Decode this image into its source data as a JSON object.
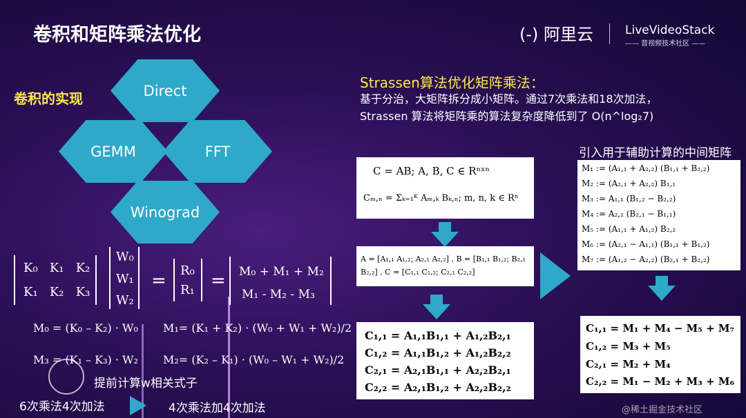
{
  "slide": {
    "title": "卷积和矩阵乘法优化",
    "logo_aliyun": "(-) 阿里云",
    "logo_lvs": "LiveVideoStack",
    "logo_lvs_sub": "—— 音视频技术社区 ——",
    "watermark": "@稀土掘金技术社区"
  },
  "left": {
    "convo_label": "卷积的实现",
    "hexes": [
      "Direct",
      "GEMM",
      "FFT",
      "Winograd"
    ],
    "K": [
      [
        "K₀",
        "K₁",
        "K₂"
      ],
      [
        "K₁",
        "K₂",
        "K₃"
      ]
    ],
    "W": [
      "W₀",
      "W₁",
      "W₂"
    ],
    "R": [
      "R₀",
      "R₁"
    ],
    "M": [
      "M₀ + M₁ + M₂",
      "M₁ - M₂ - M₃"
    ],
    "eq_sign": "=",
    "m0": "M₀ = (K₀ – K₂) · W₀",
    "m1": "M₁= (K₁ + K₂) · (W₀ + W₁ + W₂)/2",
    "m3": "M₃ = (K₁ – K₃) · W₂",
    "m2": "M₂= (K₂ – K₁) · (W₀ – W₁ + W₂)/2",
    "precompute": "提前计算w相关式子",
    "before": "6次乘法4次加法",
    "after": "4次乘法加4次加法"
  },
  "right": {
    "strassen_title": "Strassen算法优化矩阵乘法：",
    "line1": "基于分治，大矩阵拆分成小矩阵。通过7次乘法和18次加法，",
    "line2": "Strassen 算法将矩阵乘的算法复杂度降低到了 O(n^log₂7)",
    "aux_title": "引入用于辅助计算的中间矩阵",
    "box1": [
      "C = AB;  A, B, C ∈ Rⁿˣⁿ",
      "Cₘ,ₙ = Σₖ₌₁ᴷ Aₘ,ₖ Bₖ,ₙ;   m, n, k ∈ Rⁿ"
    ],
    "box2": "A = [A₁,₁ A₁,₂; A₂,₁ A₂,₂] , B = [B₁,₁ B₁,₂; B₂,₁ B₂,₂] , C = [C₁,₁ C₁,₂; C₂,₁ C₂,₂]",
    "box3": [
      "C₁,₁ = A₁,₁B₁,₁ + A₁,₂B₂,₁",
      "C₁,₂ = A₁,₁B₁,₂ + A₁,₂B₂,₂",
      "C₂,₁ = A₂,₁B₁,₁ + A₂,₂B₂,₁",
      "C₂,₂ = A₂,₁B₁,₂ + A₂,₂B₂,₂"
    ],
    "aux": [
      "M₁ := (A₁,₁ + A₂,₂) (B₁,₁ + B₂,₂)",
      "M₂ := (A₂,₁ + A₂,₂) B₁,₁",
      "M₃ := A₁,₁ (B₁,₂ − B₂,₂)",
      "M₄ := A₂,₂ (B₂,₁ − B₁,₁)",
      "M₅ := (A₁,₁ + A₁,₂) B₂,₂",
      "M₆ := (A₂,₁ − A₁,₁) (B₁,₁ + B₁,₂)",
      "M₇ := (A₁,₂ − A₂,₂) (B₂,₁ + B₂,₂)"
    ],
    "result": [
      "C₁,₁ = M₁ + M₄ − M₅ + M₇",
      "C₁,₂ = M₃ + M₅",
      "C₂,₁ = M₂ + M₄",
      "C₂,₂ = M₁ − M₂ + M₃ + M₆"
    ]
  },
  "colors": {
    "accent": "#2ea9c9",
    "highlight": "#ffe84a",
    "bg": "#2a0f55"
  }
}
